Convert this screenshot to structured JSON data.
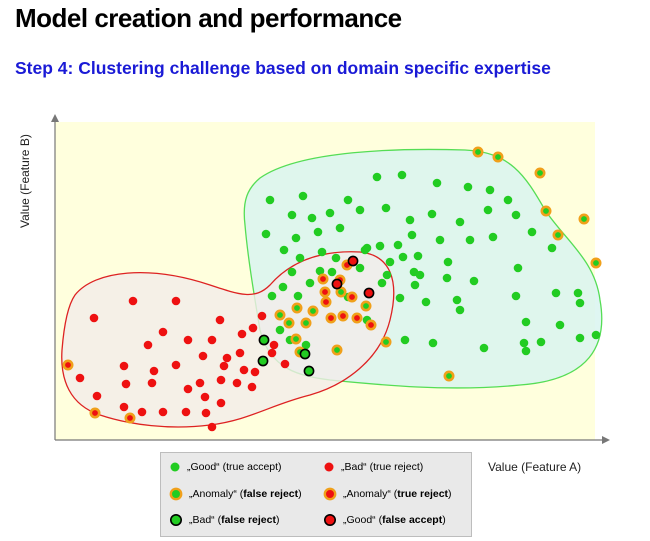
{
  "header": {
    "title": "Model creation and performance",
    "subtitle": "Step 4: Clustering challenge based on domain specific expertise"
  },
  "axes": {
    "ylabel": "Value  (Feature B)",
    "xlabel": "Value  (Feature A)"
  },
  "colors": {
    "good": "#22cc22",
    "bad": "#ee1111",
    "anomaly_ring": "#f0a01a",
    "bad_region_stroke": "#dd2222",
    "good_region_stroke": "#55dd55",
    "plot_background": "#ffffdd"
  },
  "legend": [
    {
      "marker": "good",
      "text": "„Good“ (true accept)",
      "bold": ""
    },
    {
      "marker": "bad",
      "text": "„Bad“ (true reject)",
      "bold": ""
    },
    {
      "marker": "anomaly-good",
      "text": "„Anomaly“ (",
      "bold": "false reject",
      "suffix": ")"
    },
    {
      "marker": "anomaly-bad",
      "text": "„Anomaly“ (",
      "bold": "true reject",
      "suffix": ")"
    },
    {
      "marker": "bad-in-good",
      "text": "„Bad“ (",
      "bold": "false reject",
      "suffix": ")"
    },
    {
      "marker": "good-in-bad",
      "text": "„Good“ (",
      "bold": "false accept",
      "suffix": ")"
    }
  ]
}
